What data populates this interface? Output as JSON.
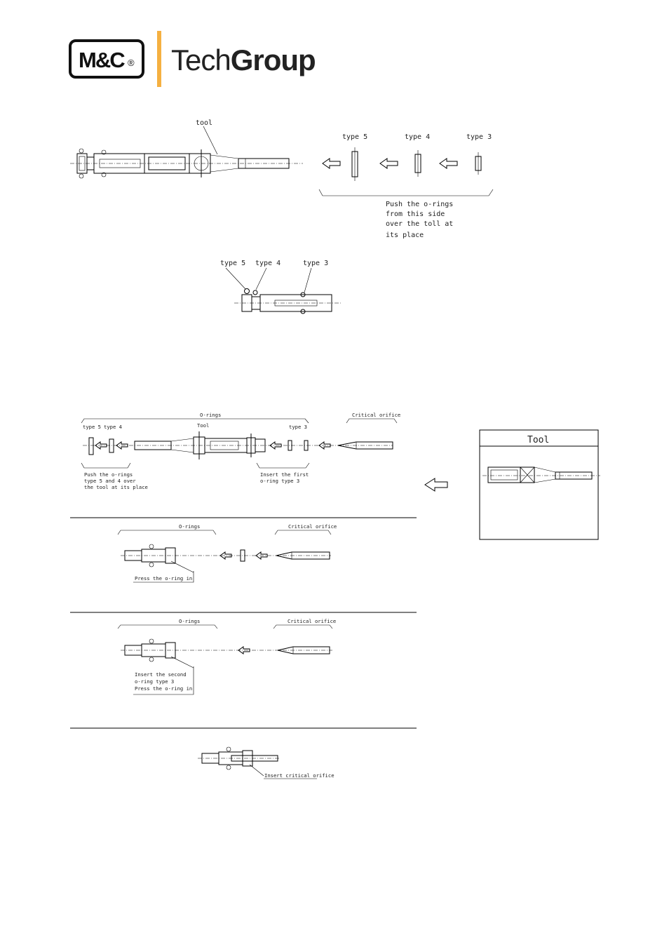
{
  "header": {
    "brand_left": "M&C",
    "brand_reg": "®",
    "brand_tech": "Tech",
    "brand_group": "Group",
    "accent_color": "#f5b041"
  },
  "step1": {
    "tool": "tool",
    "type5": "type 5",
    "type4": "type 4",
    "type3": "type 3",
    "note": [
      "Push the o-rings",
      "from this side",
      "over the toll at",
      "its place"
    ]
  },
  "step2": {
    "type5": "type 5",
    "type4": "type 4",
    "type3": "type 3"
  },
  "panel_a": {
    "orings": "O-rings",
    "critical": "Critical orifice",
    "type5": "type 5",
    "type4": "type 4",
    "tool": "Tool",
    "type3": "type 3",
    "note_left": [
      "Push the o-rings",
      "type 5 and 4 over",
      "the tool at its place"
    ],
    "note_right": [
      "Insert the first",
      "o-ring type 3"
    ]
  },
  "tool_box": {
    "title": "Tool"
  },
  "panel_b": {
    "orings": "O-rings",
    "critical": "Critical orifice",
    "note": "Press the o-ring in"
  },
  "panel_c": {
    "orings": "O-rings",
    "critical": "Critical orifice",
    "note": [
      "Insert the second",
      "o-ring type 3",
      "Press the o-ring in"
    ]
  },
  "panel_d": {
    "note": "Insert critical orifice"
  }
}
